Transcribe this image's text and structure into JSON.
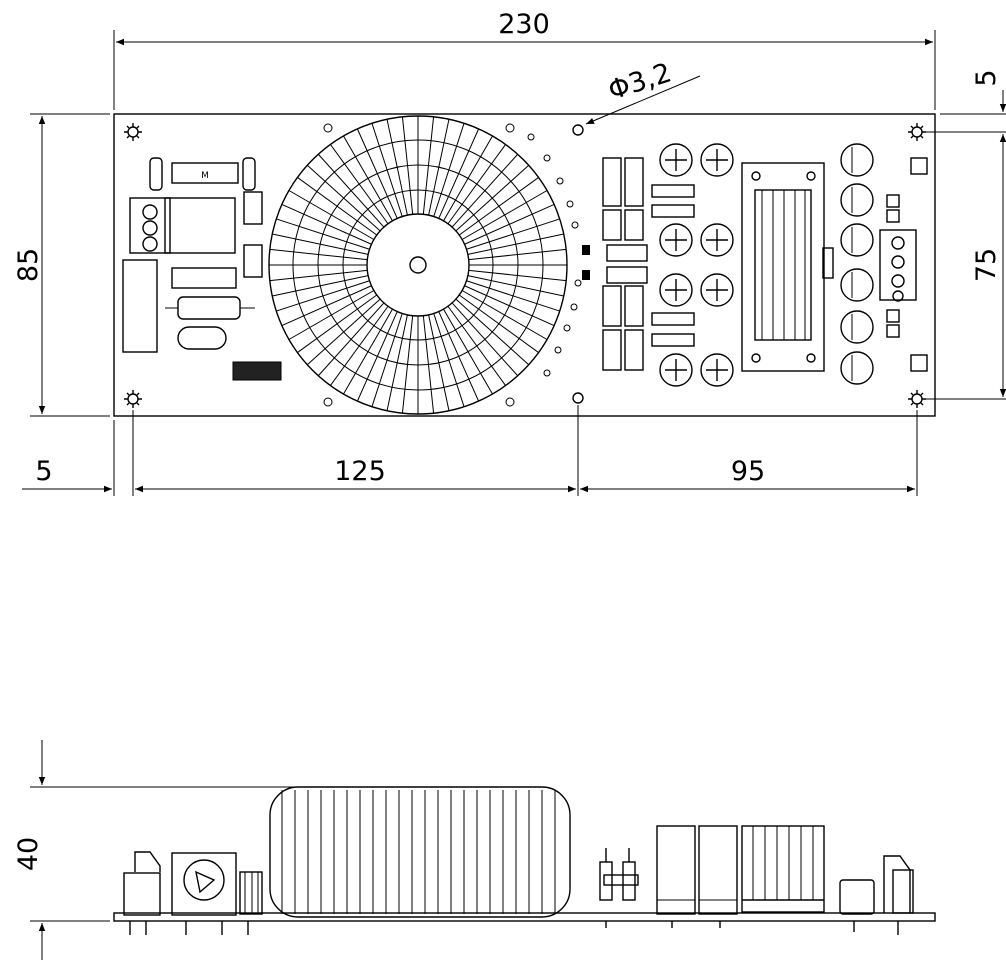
{
  "drawing": {
    "dimensions": {
      "overall_width": "230",
      "overall_height": "85",
      "mount_hole_span_vertical": "75",
      "edge_offset_top": "5",
      "edge_offset_left": "5",
      "hole_to_center_hole": "125",
      "center_hole_to_hole": "95",
      "hole_diameter": "Φ3,2",
      "side_height": "40"
    },
    "colors": {
      "line": "#000000",
      "background": "#ffffff"
    }
  }
}
